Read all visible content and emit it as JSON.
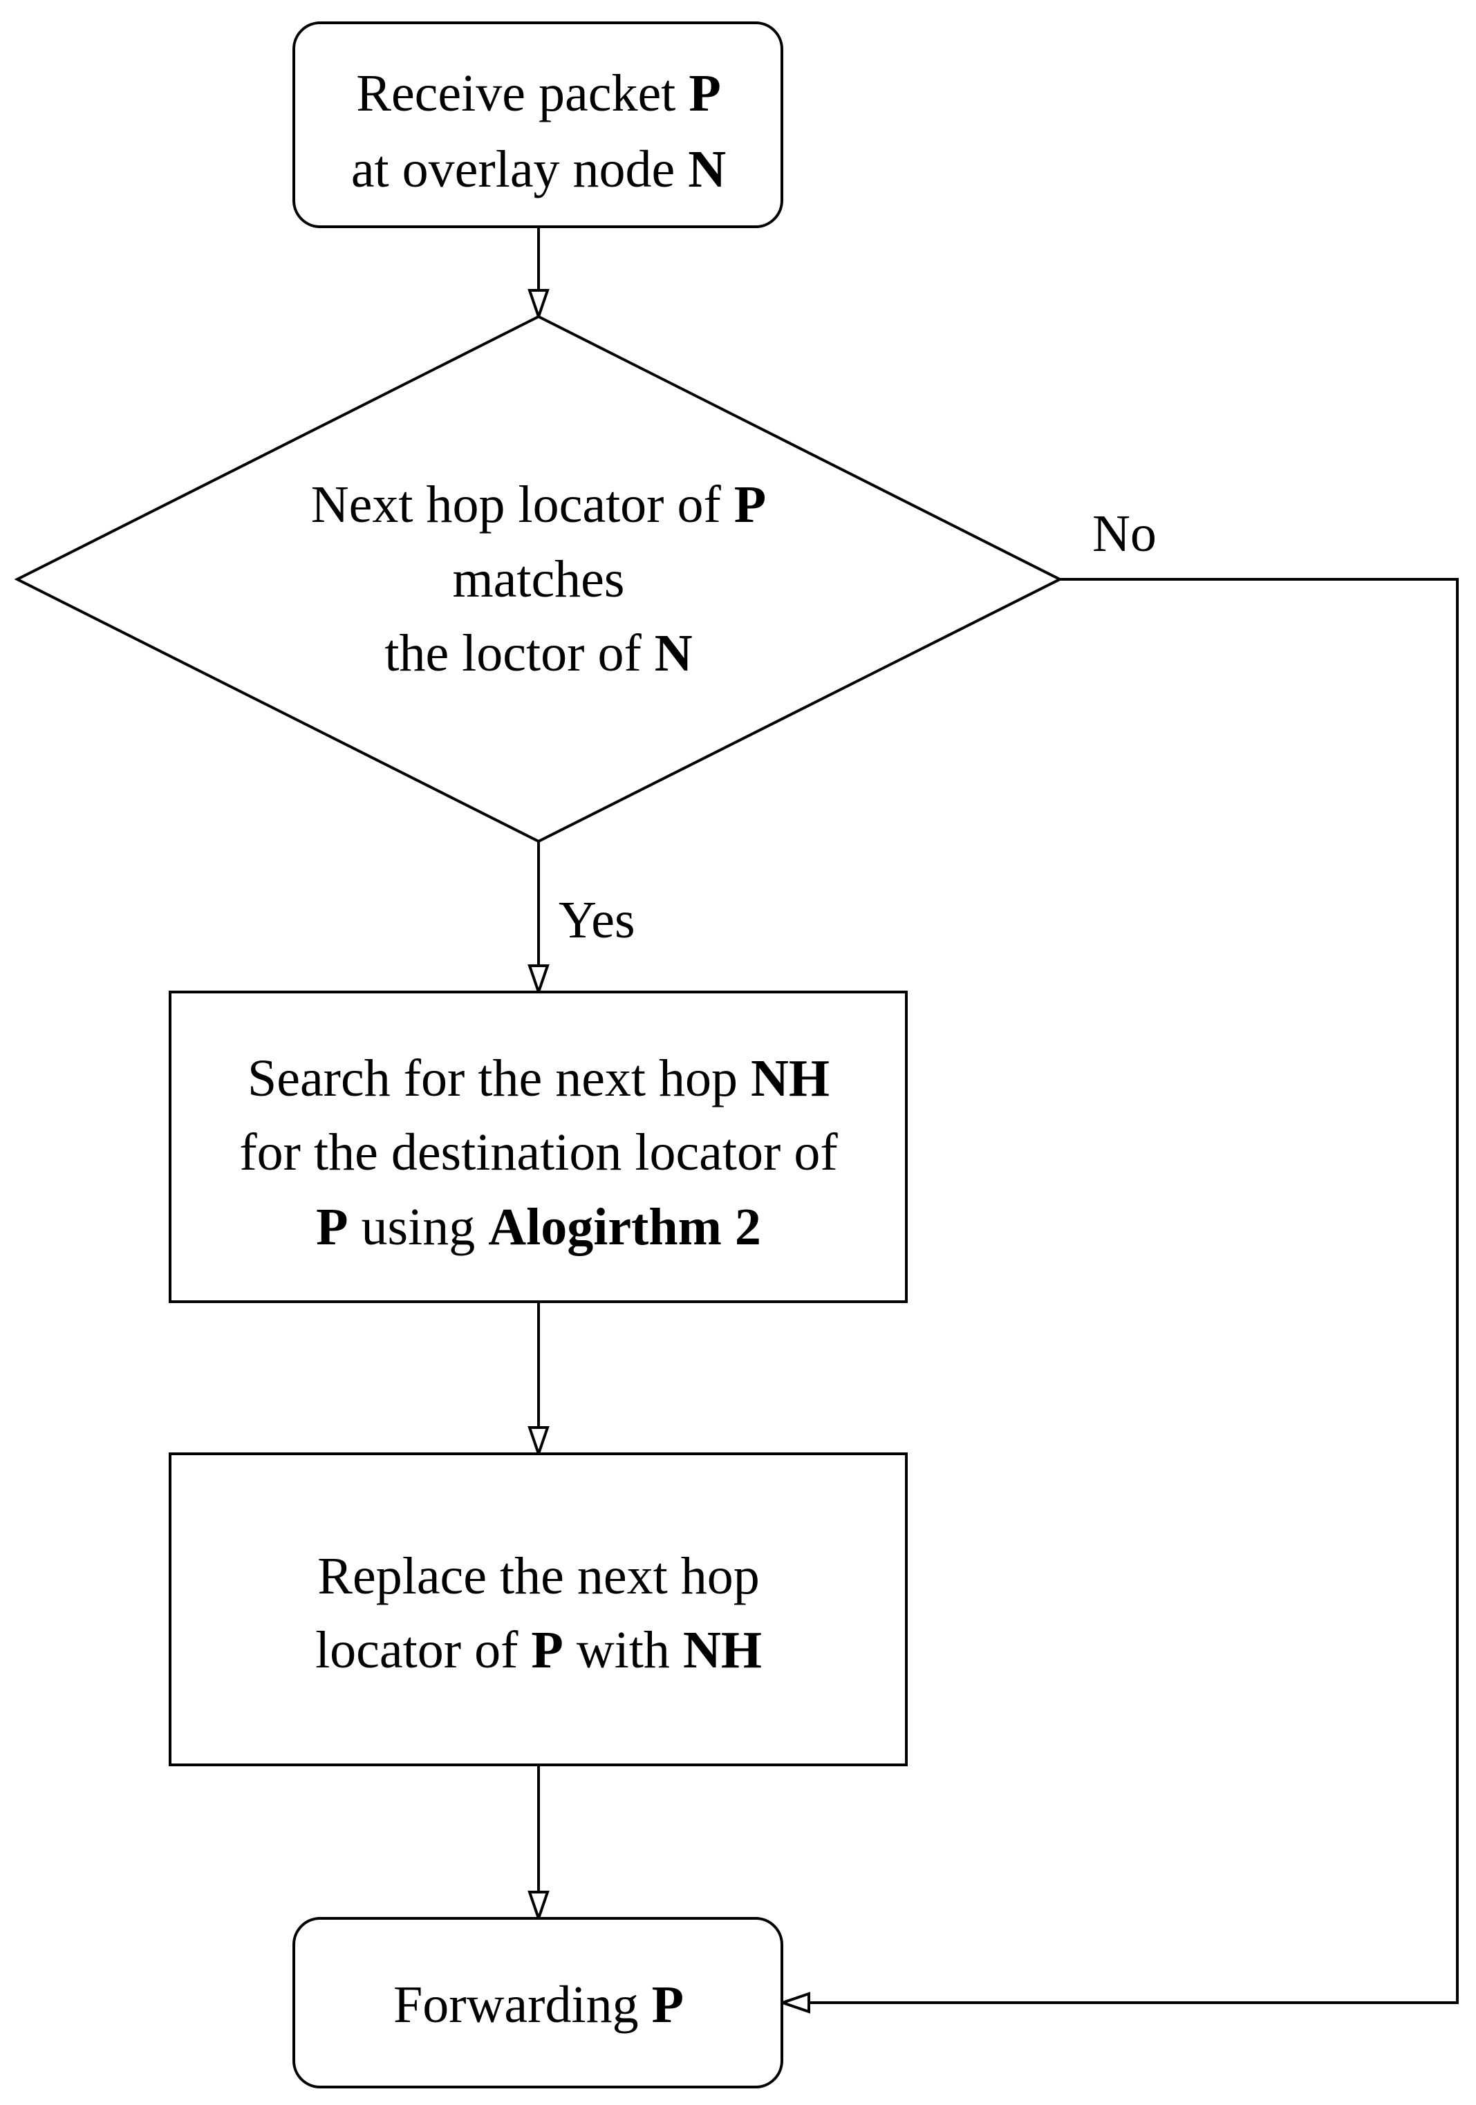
{
  "nodes": {
    "start": {
      "lines": [
        [
          {
            "t": "Receive packet  "
          },
          {
            "t": "P",
            "b": true
          }
        ],
        [
          {
            "t": "at overlay node "
          },
          {
            "t": "N",
            "b": true
          }
        ]
      ]
    },
    "decision": {
      "lines": [
        [
          {
            "t": "Next hop locator of "
          },
          {
            "t": "P",
            "b": true
          }
        ],
        [
          {
            "t": "matches"
          }
        ],
        [
          {
            "t": "the loctor of "
          },
          {
            "t": "N",
            "b": true
          }
        ]
      ]
    },
    "search": {
      "lines": [
        [
          {
            "t": "Search for the next hop "
          },
          {
            "t": "NH",
            "b": true
          }
        ],
        [
          {
            "t": "for the destination locator of"
          }
        ],
        [
          {
            "t": "P",
            "b": true
          },
          {
            "t": " using "
          },
          {
            "t": "Alogirthm 2",
            "b": true
          }
        ]
      ]
    },
    "replace": {
      "lines": [
        [
          {
            "t": "Replace the next hop"
          }
        ],
        [
          {
            "t": "locator of "
          },
          {
            "t": "P",
            "b": true
          },
          {
            "t": " with "
          },
          {
            "t": "NH",
            "b": true
          }
        ]
      ]
    },
    "end": {
      "lines": [
        [
          {
            "t": "Forwarding "
          },
          {
            "t": "P",
            "b": true
          }
        ]
      ]
    }
  },
  "edges": {
    "yes_label": "Yes",
    "no_label": "No"
  }
}
